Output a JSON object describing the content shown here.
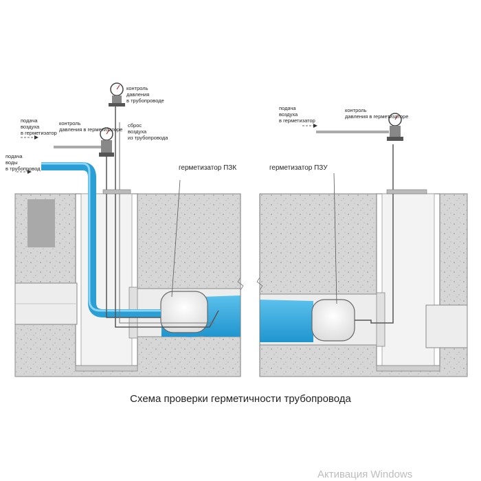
{
  "labels": {
    "water_supply": [
      "подача",
      "воды",
      "в трубопровод"
    ],
    "air_supply_left": [
      "подача",
      "воздуха",
      "в герметизатор"
    ],
    "pressure_left": [
      "контроль",
      "давления в герметизаторе"
    ],
    "pressure_pipeline": [
      "контроль",
      "давления",
      "в трубопроводе"
    ],
    "air_release": [
      "сброс",
      "воздуха",
      "из трубопровода"
    ],
    "sealer_pzk": "герметизатор ПЗК",
    "sealer_pzu": "герметизатор ПЗУ",
    "air_supply_right": [
      "подача",
      "воздуха",
      "в герметизатор"
    ],
    "pressure_right": [
      "контроль",
      "давления в герметизаторе"
    ]
  },
  "caption": "Схема проверки герметичности трубопровода",
  "watermark": "Активация Windows",
  "colors": {
    "soil": "#d9d9d9",
    "water": "#2a9fd6",
    "water_light": "#7ccdf0",
    "pipe": "#e9e9e9",
    "line": "#555555"
  }
}
